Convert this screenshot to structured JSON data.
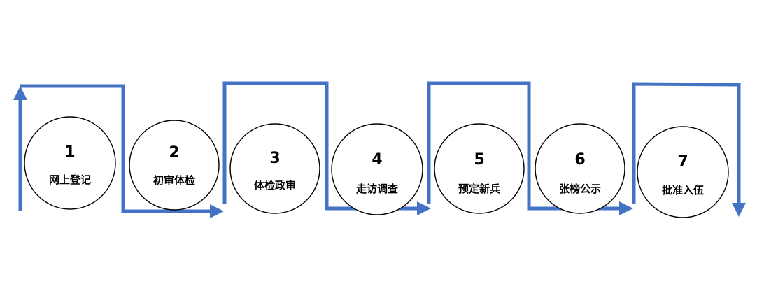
{
  "colors": {
    "arrow": "#4472C4",
    "circle_stroke": "#000000",
    "background": "#ffffff"
  },
  "steps": [
    {
      "number": "1",
      "label": "网上登记"
    },
    {
      "number": "2",
      "label": "初审体检"
    },
    {
      "number": "3",
      "label": "体检政审"
    },
    {
      "number": "4",
      "label": "走访调查"
    },
    {
      "number": "5",
      "label": "预定新兵"
    },
    {
      "number": "6",
      "label": "张榜公示"
    },
    {
      "number": "7",
      "label": "批准入伍"
    }
  ]
}
